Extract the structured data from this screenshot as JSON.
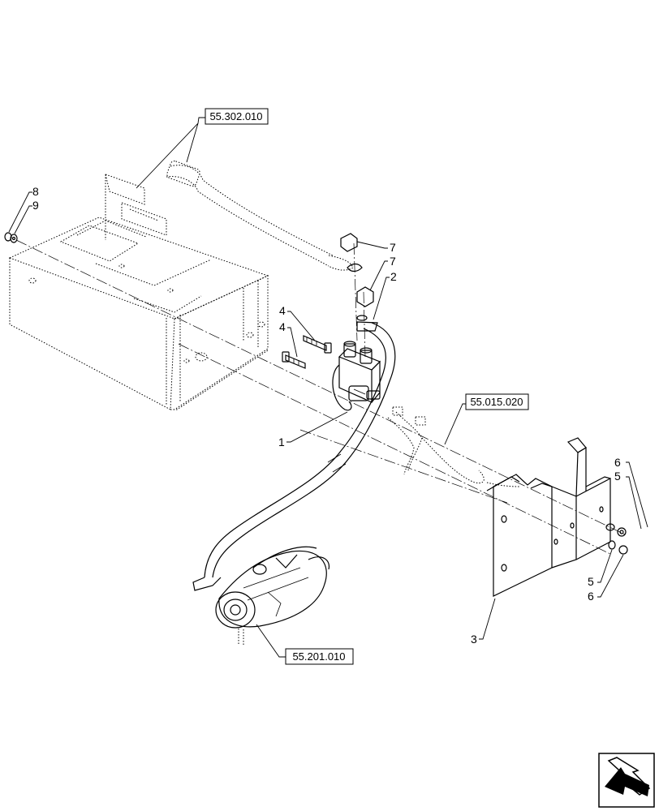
{
  "references": {
    "fuel_tank_ref": "55.302.010",
    "harness_ref": "55.015.020",
    "starter_ref": "55.201.010"
  },
  "callouts": {
    "solenoid": "1",
    "cable": "2",
    "bracket": "3",
    "bolt_upper": "4",
    "bolt_lower": "4",
    "washer_right_upper": "5",
    "nut_right_upper": "6",
    "washer_right_lower": "5",
    "nut_right_lower": "6",
    "nut_top": "7",
    "nut_mid": "7",
    "fastener_left_a": "8",
    "fastener_left_b": "9"
  }
}
